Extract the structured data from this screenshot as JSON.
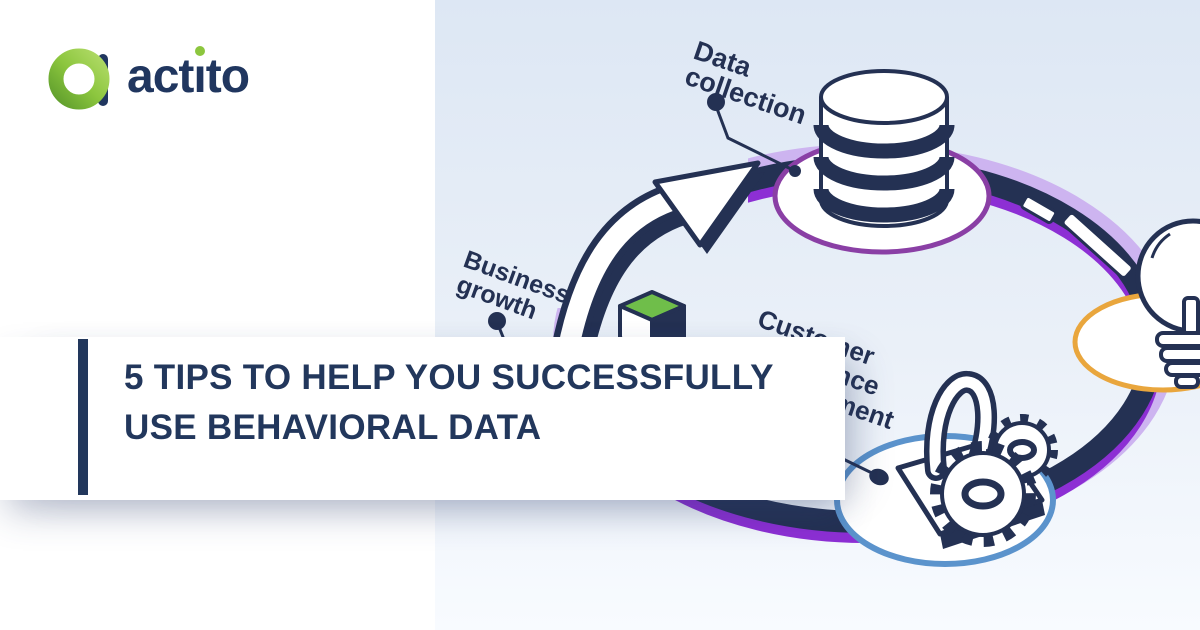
{
  "brand": {
    "name": "actito",
    "logo_parts": {
      "pre": "act",
      "dotless_i": "ı",
      "post": "to"
    }
  },
  "title": {
    "lines": [
      "5 TIPS TO HELP YOU SUCCESSFULLY",
      "USE BEHAVIORAL DATA"
    ]
  },
  "diagram": {
    "labels": {
      "data_collection": {
        "lines": [
          "Data",
          "collection"
        ]
      },
      "business_growth": {
        "lines": [
          "Business",
          "growth"
        ]
      },
      "customer_experience": {
        "lines": [
          "Customer",
          "experience",
          "management"
        ]
      }
    },
    "icons": [
      "database-icon",
      "curved-arrow-icon",
      "cube-icon",
      "lightbulb-icon",
      "stamp-icon",
      "gear-icon",
      "flow-ring"
    ]
  },
  "colors": {
    "navy": "#243153",
    "title-navy": "#22375c",
    "logo-green": "#8cc63e",
    "ring-purple": "#8d2fd4",
    "ring-lavender": "#cdb4f0",
    "pf-purple": "#8a3fa5",
    "pf-orange": "#e9a63d",
    "pf-blue": "#5b93cc",
    "cube-green": "#6fbe4a",
    "bg-top": "#dde7f4",
    "bg-bottom": "#f8fbff"
  }
}
